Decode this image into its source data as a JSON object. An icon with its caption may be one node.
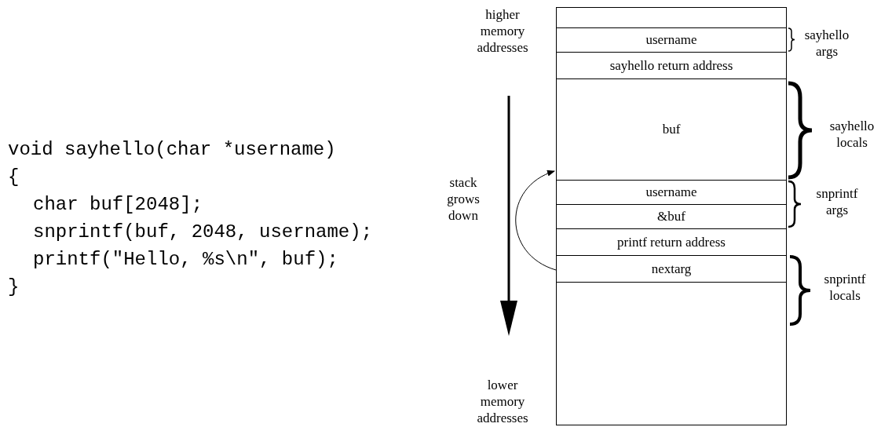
{
  "diagram": {
    "nodes": [
      {
        "text": [],
        "shape": "box"
      },
      {
        "text": [
          "username"
        ]
      },
      {
        "text": [
          "sayhello return address"
        ]
      },
      {
        "text": [
          "buf"
        ]
      },
      {
        "text": [
          "username"
        ]
      },
      {
        "text": [
          "&buf"
        ]
      },
      {
        "text": [
          "printf return address"
        ]
      },
      {
        "text": [
          "nextarg"
        ]
      },
      {
        "text": [],
        "shape": "box"
      }
    ],
    "edges": [
      {
        "from": 7,
        "to": 3,
        "arrow": "to"
      }
    ],
    "labels": [
      "void sayhello(char *username)",
      "{",
      "char buf[2048];",
      "snprintf(buf, 2048, username);",
      "printf(\"Hello, %s\\n\", buf);",
      "}",
      "higher memory addresses",
      "sayhello args",
      "sayhello locals",
      "stack grows down",
      "snprintf args",
      "snprintf locals",
      "lower memory addresses"
    ]
  }
}
